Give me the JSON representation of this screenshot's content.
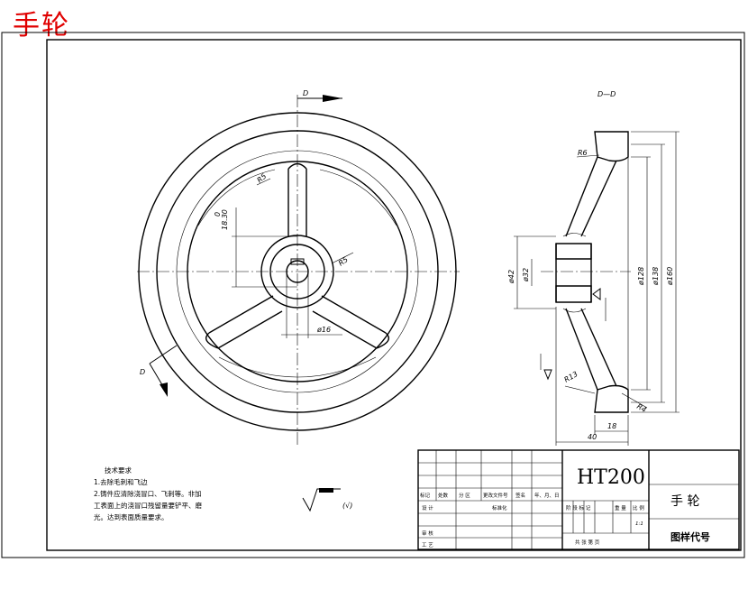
{
  "title": "手轮",
  "section_label": "D—D",
  "view_marks": {
    "top": "D",
    "bottom": "D"
  },
  "dimensions": {
    "r5_top": "R5",
    "r5_hub": "R5",
    "keyway": "18.30",
    "keyway_tol": "0\n-0.1",
    "bore": "ø16",
    "d42": "ø42",
    "d32": "ø32",
    "d128": "ø128",
    "d138": "ø138",
    "d160": "ø160",
    "r6": "R6",
    "r13": "R13",
    "r4": "R4",
    "w18": "18",
    "w40": "40"
  },
  "surface": {
    "symbol": "(√)"
  },
  "technical_requirements": {
    "heading": "技术要求",
    "lines": [
      "1.去除毛刺和飞边",
      "2.铸件应清除浇冒口、飞刺等。非加",
      "工表面上的浇冒口残留量要铲平、磨",
      "光。达到表面质量要求。"
    ]
  },
  "title_block": {
    "material": "HT200",
    "part_name": "手  轮",
    "drawing_code": "图样代号",
    "labels_row": [
      "标记",
      "处数",
      "分  区",
      "更改文件号",
      "签名",
      "年、月、日"
    ],
    "design": "设  计",
    "standardize": "标准化",
    "review": "审  核",
    "process": "工  艺",
    "stage_labels": [
      "阶 段 标 记",
      "重 量",
      "比 例"
    ],
    "scale": "1:1",
    "sheet_info": "共   张   第   页"
  }
}
